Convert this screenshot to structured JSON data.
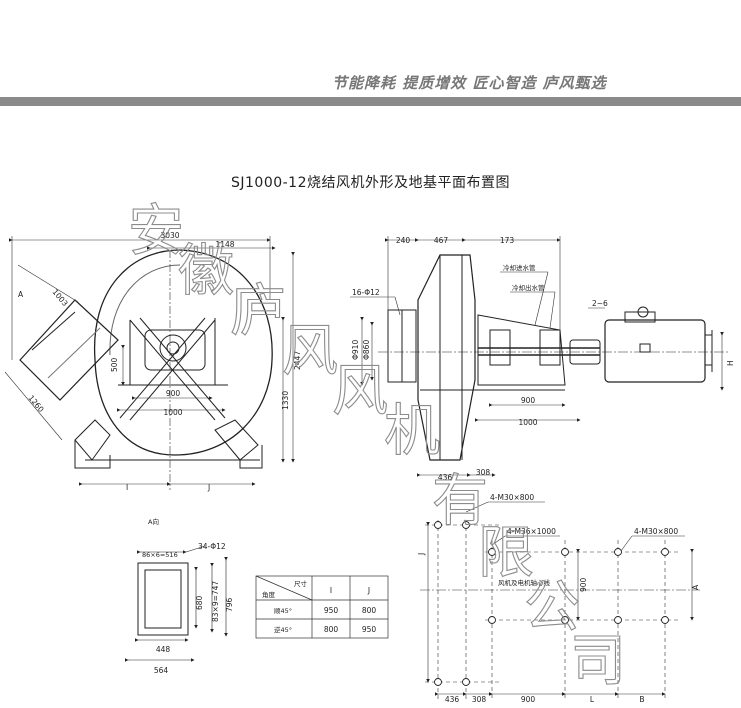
{
  "header": {
    "slogan": "节能降耗  提质增效  匠心智造  庐风甄选"
  },
  "title": "SJ1000-12烧结风机外形及地基平面布置图",
  "watermark": [
    "安",
    "徽",
    "庐",
    "风",
    "风",
    "机",
    "有",
    "限",
    "公",
    "司"
  ],
  "front_view": {
    "dim_3030": "3030",
    "dim_1148": "1148",
    "label_A": "A",
    "dim_1003": "1003",
    "dim_1260": "1260",
    "dim_500": "500",
    "dim_900": "900",
    "dim_1000": "1000",
    "dim_2447": "2447",
    "dim_1330": "1330",
    "label_I": "I",
    "label_J": "J"
  },
  "side_view": {
    "dim_240": "240",
    "dim_467": "467",
    "dim_173": "173",
    "cooling_in": "冷却进水管",
    "cooling_out": "冷却出水管",
    "holes": "16-Φ12",
    "gap": "2~6",
    "dia_910": "Φ910",
    "dia_860": "Φ860",
    "label_H": "H",
    "dim_900": "900",
    "dim_1000": "1000",
    "dim_436": "436",
    "dim_308": "308"
  },
  "flange_view": {
    "caption": "A向",
    "pitch_h": "86×6=516",
    "holes": "34-Φ12",
    "dim_680": "680",
    "pitch_v": "83×9=747",
    "dim_796": "796",
    "dim_448": "448",
    "dim_564": "564"
  },
  "table": {
    "header_size": "尺寸",
    "header_angle": "角度",
    "col_I": "I",
    "col_J": "J",
    "rows": [
      {
        "angle": "顺45°",
        "I": "950",
        "J": "800"
      },
      {
        "angle": "逆45°",
        "I": "800",
        "J": "950"
      }
    ]
  },
  "foundation": {
    "bolts_a": "4-M30×800",
    "bolts_b": "4-M36×1000",
    "bolts_c": "4-M30×800",
    "centerline": "风机及电机轴心线",
    "label_J": "J",
    "dim_900v": "900",
    "label_A": "A",
    "dim_436": "436",
    "dim_308": "308",
    "dim_900": "900",
    "label_L": "L",
    "label_B": "B"
  }
}
